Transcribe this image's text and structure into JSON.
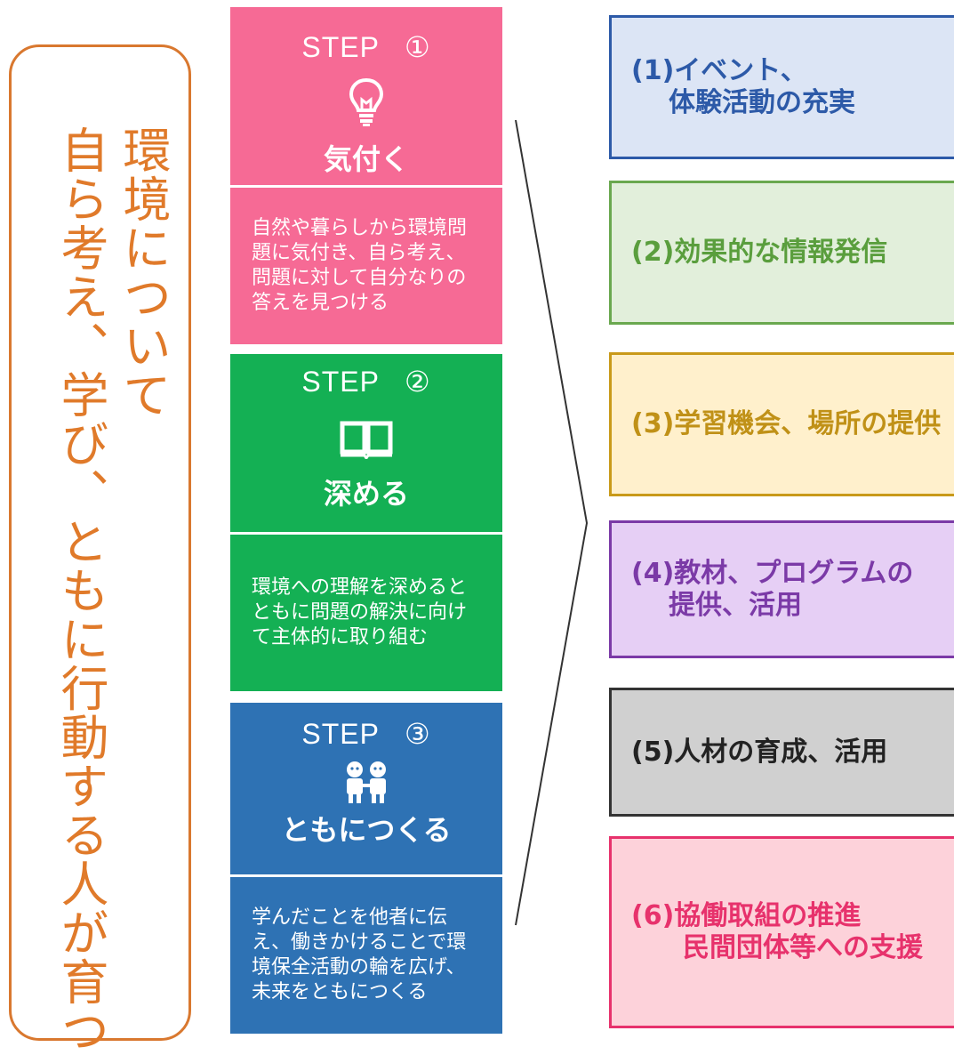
{
  "banner": {
    "line1": "環境について",
    "line2": "自ら考え、学び、ともに行動する人が育つ"
  },
  "steps": [
    {
      "label": "STEP",
      "number": "①",
      "icon": "lightbulb-icon",
      "name": "気付く",
      "description": "自然や暮らしから環境問題に気付き、自ら考え、問題に対して自分なりの答えを見つける",
      "color": "#f66a95"
    },
    {
      "label": "STEP",
      "number": "②",
      "icon": "open-book-icon",
      "name": "深める",
      "description": "環境への理解を深めるとともに問題の解決に向けて主体的に取り組む",
      "color": "#14b054"
    },
    {
      "label": "STEP",
      "number": "③",
      "icon": "people-holding-hands-icon",
      "name": "ともにつくる",
      "description": "学んだことを他者に伝え、働きかけることで環境保全活動の輪を広げ、未来をともにつくる",
      "color": "#2e72b4"
    }
  ],
  "actions": [
    {
      "label": "(1)イベント、",
      "cont": "体験活動の充実"
    },
    {
      "label": "(2)効果的な情報発信",
      "cont": ""
    },
    {
      "label": "(3)学習機会、場所の提供",
      "cont": ""
    },
    {
      "label": "(4)教材、プログラムの",
      "cont": "提供、活用"
    },
    {
      "label": "(5)人材の育成、活用",
      "cont": ""
    },
    {
      "label": "(6)協働取組の推進",
      "cont": "民間団体等への支援"
    }
  ]
}
